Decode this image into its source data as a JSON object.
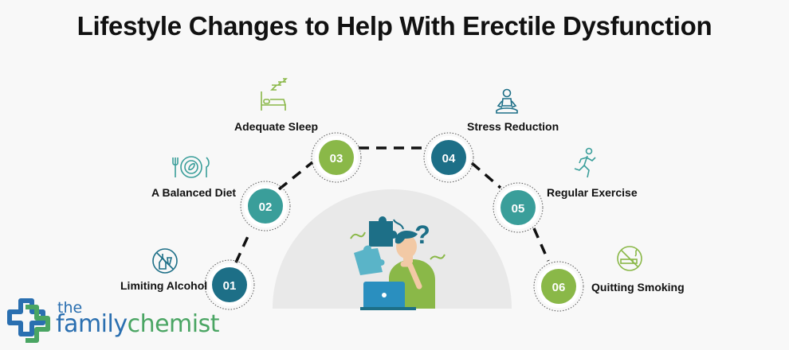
{
  "title": "Lifestyle Changes to Help With Erectile Dysfunction",
  "colors": {
    "dark_teal": "#1d6f87",
    "teal": "#3a9e9a",
    "green": "#8ab848",
    "arc_dash": "#111111",
    "semicircle": "#e9e9e9",
    "logo_blue": "#2a6fb0",
    "logo_green": "#4aa563"
  },
  "steps": [
    {
      "number": "01",
      "label": "Limiting Alcohol",
      "icon": "no-alcohol-icon"
    },
    {
      "number": "02",
      "label": "A Balanced Diet",
      "icon": "plate-fork-knife-icon"
    },
    {
      "number": "03",
      "label": "Adequate Sleep",
      "icon": "bed-sleep-icon"
    },
    {
      "number": "04",
      "label": "Stress Reduction",
      "icon": "meditation-icon"
    },
    {
      "number": "05",
      "label": "Regular Exercise",
      "icon": "running-person-icon"
    },
    {
      "number": "06",
      "label": "Quitting Smoking",
      "icon": "no-smoking-icon"
    }
  ],
  "logo": {
    "the": "the",
    "family": "family",
    "chemist": "chemist"
  }
}
